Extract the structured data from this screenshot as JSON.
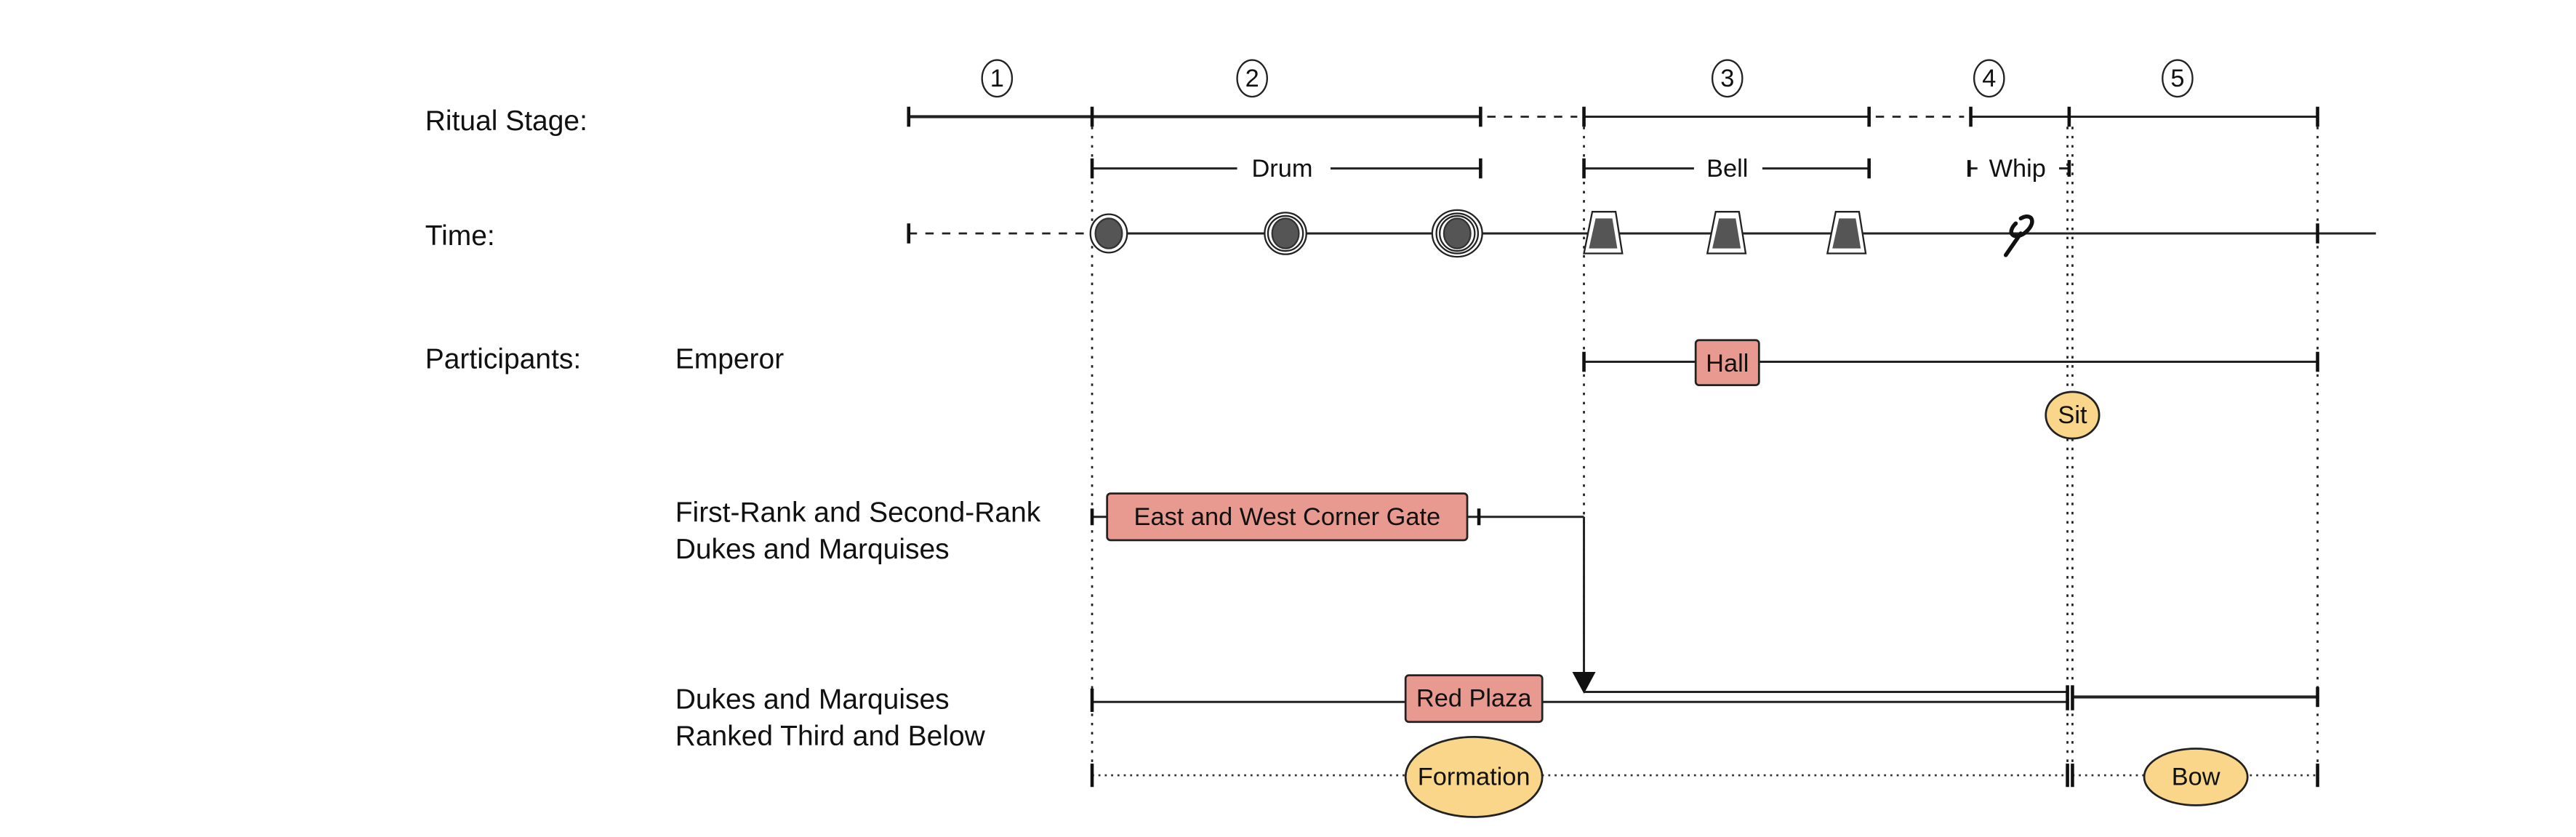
{
  "colors": {
    "location_box": "#e89a90",
    "action_ellipse": "#fad68a",
    "line": "#222222",
    "instrument_fill": "#555555"
  },
  "row_labels": {
    "ritual_stage": "Ritual Stage:",
    "time": "Time:",
    "participants": "Participants:"
  },
  "stages": [
    {
      "number": "1"
    },
    {
      "number": "2"
    },
    {
      "number": "3"
    },
    {
      "number": "4"
    },
    {
      "number": "5"
    }
  ],
  "signals": [
    {
      "label": "Drum",
      "icon": "drum-icon",
      "count": 3
    },
    {
      "label": "Bell",
      "icon": "bell-icon",
      "count": 3
    },
    {
      "label": "Whip",
      "icon": "whip-icon",
      "count": 1
    }
  ],
  "participants": [
    {
      "name_lines": [
        "Emperor"
      ],
      "location": "Hall",
      "action": "Sit"
    },
    {
      "name_lines": [
        "First-Rank and Second-Rank",
        "Dukes and Marquises"
      ],
      "location": "East and West Corner Gate"
    },
    {
      "name_lines": [
        "Dukes and Marquises",
        "Ranked Third and Below"
      ],
      "location": "Red Plaza",
      "actions": [
        "Formation",
        "Bow"
      ]
    }
  ]
}
